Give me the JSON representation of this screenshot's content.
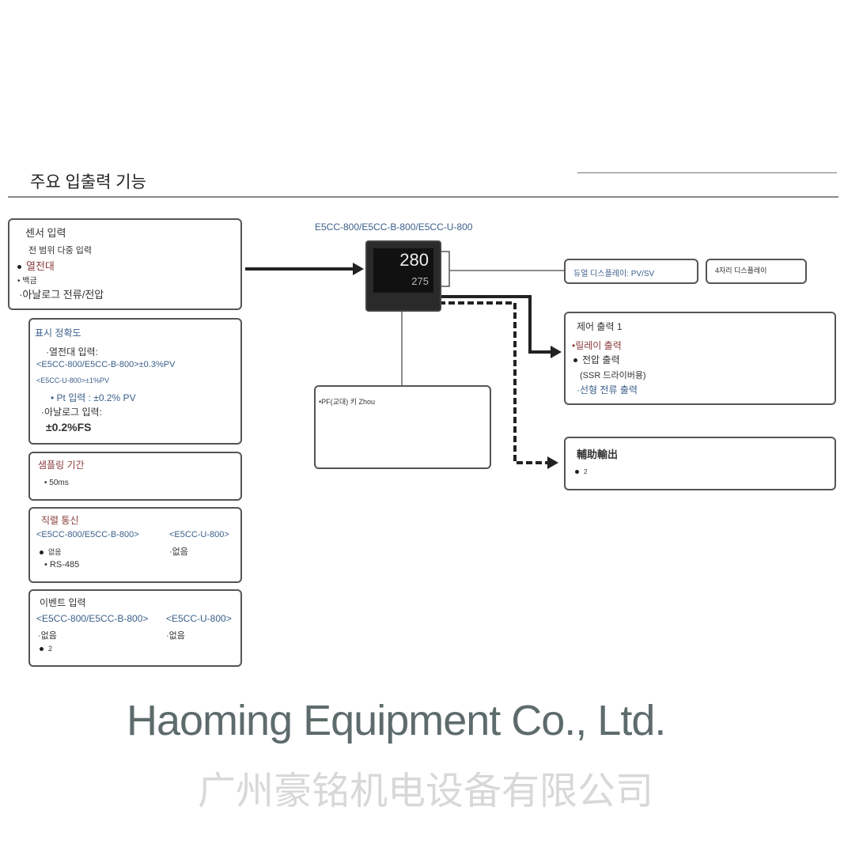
{
  "header": {
    "title": "주요 입출력 기능"
  },
  "model": "E5CC-800/E5CC-B-800/E5CC-U-800",
  "device": {
    "pv": "280",
    "sv": "275"
  },
  "sensor": {
    "title": "센서 입력",
    "sub": "전 범위 다중 입력",
    "items": [
      "열전대",
      "백금",
      "·아날로그 전류/전압"
    ]
  },
  "accuracy": {
    "title": "표시 정확도",
    "l1": "·열전대 입력:",
    "l2": "<E5CC-800/E5CC-B-800>±0.3%PV",
    "l3": "<E5CC-U-800>±1%PV",
    "l4": "• Pt 입력 : ±0.2% PV",
    "l5": "·아날로그 입력:",
    "l6": "±0.2%FS"
  },
  "sampling": {
    "title": "샘플링 기간",
    "value": "• 50ms"
  },
  "serial": {
    "title": "직렬 통신",
    "h1": "<E5CC-800/E5CC-B-800>",
    "h2": "<E5CC-U-800>",
    "a1": "없음",
    "a2": "• RS-485",
    "b1": "·없음"
  },
  "event": {
    "title": "이벤트 입력",
    "h1": "<E5CC-800/E5CC-B-800>",
    "h2": "<E5CC-U-800>",
    "a1": "·없음",
    "a2": "2",
    "b1": "·없음"
  },
  "display": {
    "dual": "듀얼 디스플레이: PV/SV",
    "digits": "4자리 디스플레이"
  },
  "control": {
    "title": "제어 출력 1",
    "items": [
      "•릴레이 출력",
      "전압 출력",
      "(SSR 드라이버용)",
      "·선형 전류 출력"
    ]
  },
  "pf": {
    "label": "•PF(교대) 키 Zhou"
  },
  "aux": {
    "title": "輔助輸出",
    "value": "2"
  },
  "watermark": {
    "en": "Haoming Equipment Co., Ltd.",
    "cn": "广州豪铭机电设备有限公司"
  }
}
